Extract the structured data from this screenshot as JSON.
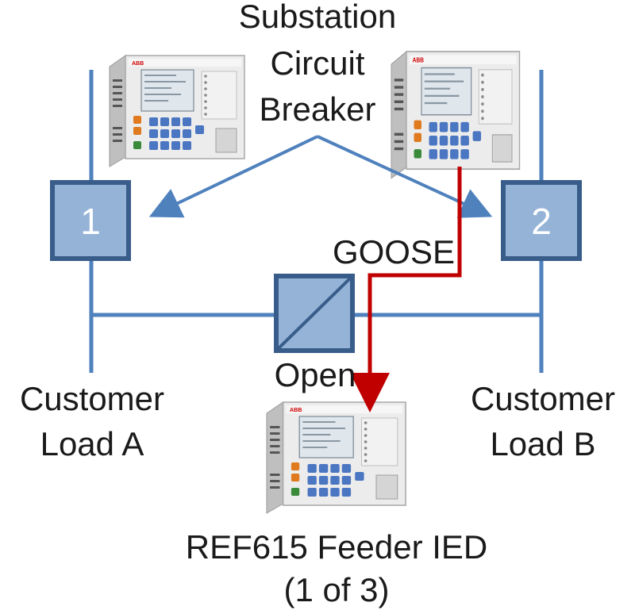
{
  "labels": {
    "substation_line1": "Substation",
    "substation_line2": "Circuit",
    "substation_line3": "Breaker",
    "goose": "GOOSE",
    "open": "Open",
    "customer_a_line1": "Customer",
    "customer_a_line2": "Load A",
    "customer_b_line1": "Customer",
    "customer_b_line2": "Load B",
    "ied_line1": "REF615 Feeder IED",
    "ied_line2": "(1 of 3)"
  },
  "breakers": {
    "left_number": "1",
    "right_number": "2"
  },
  "device_badge": "ABB",
  "colors": {
    "line": "#4f81bd",
    "box_fill": "#95b3d7",
    "box_stroke": "#385d8a",
    "signal": "#c00000",
    "device_body": "#e9e9e9"
  }
}
